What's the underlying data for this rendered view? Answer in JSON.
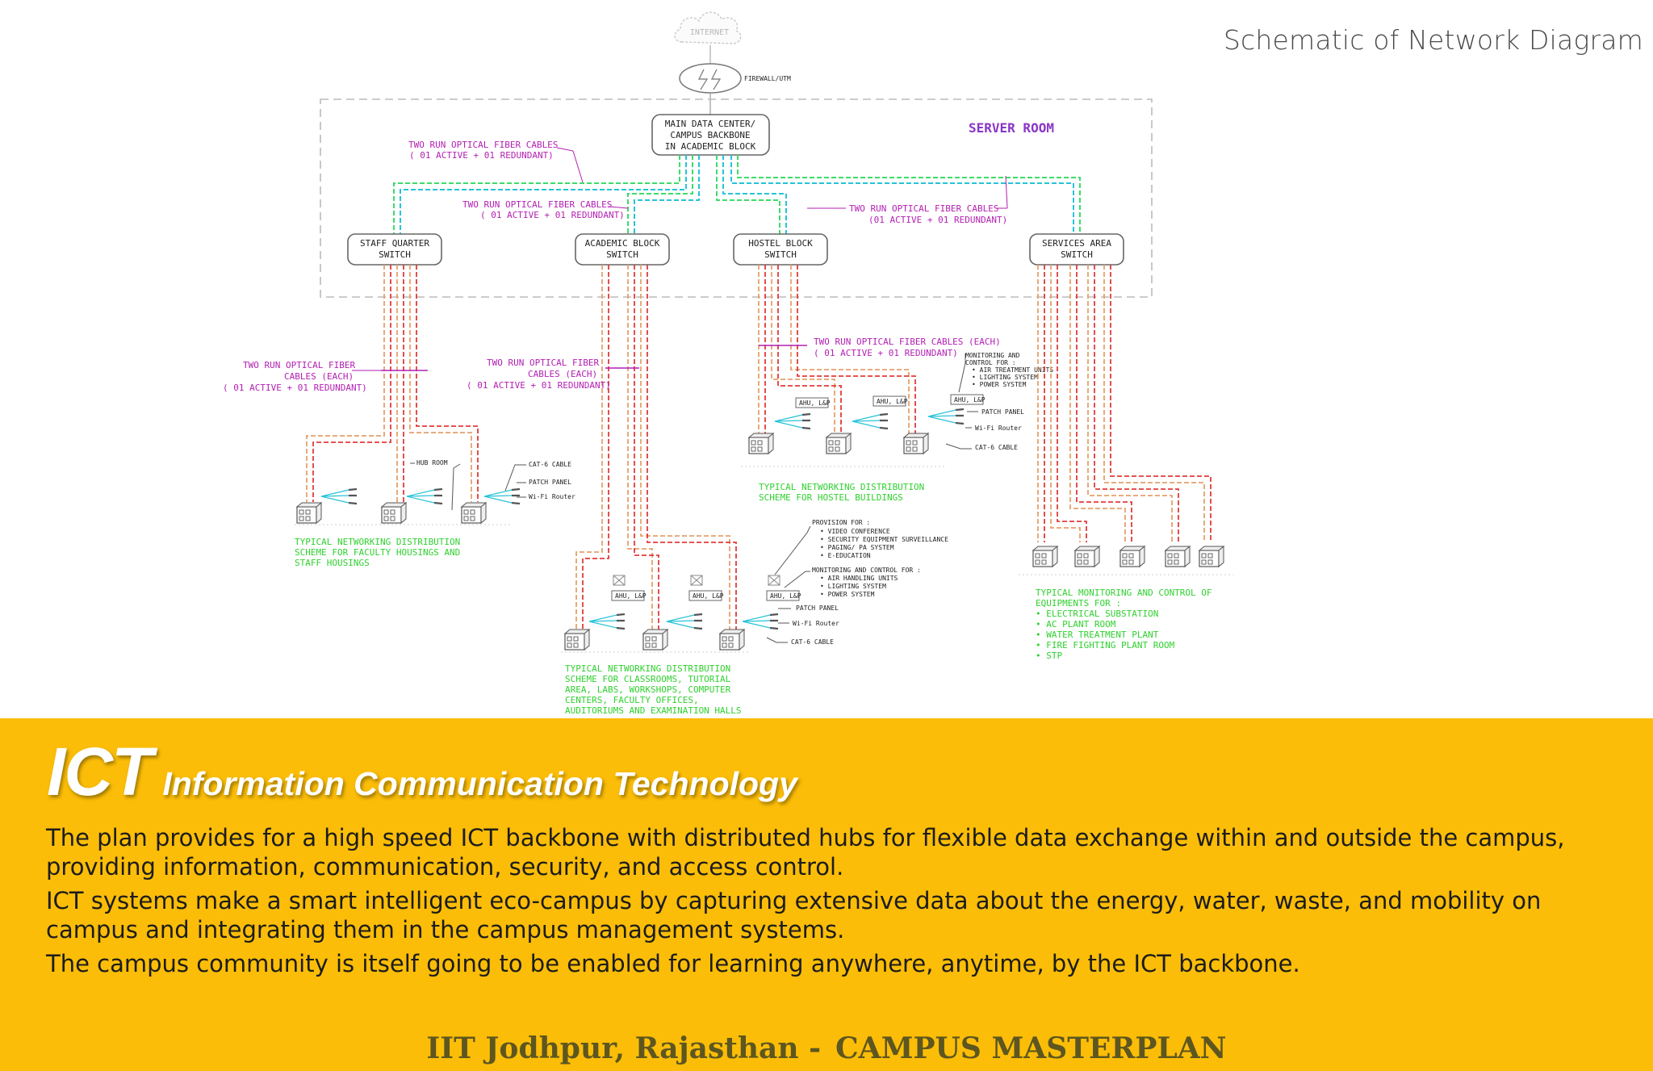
{
  "page_title": "Schematic of Network Diagram",
  "diagram": {
    "internet": "INTERNET",
    "firewall": "FIREWALL/UTM",
    "server_room": "SERVER ROOM",
    "datacenter": [
      "MAIN DATA CENTER/",
      "CAMPUS BACKBONE",
      "IN ACADEMIC BLOCK"
    ],
    "switches": [
      {
        "line1": "STAFF QUARTER",
        "line2": "SWITCH"
      },
      {
        "line1": "ACADEMIC BLOCK",
        "line2": "SWITCH"
      },
      {
        "line1": "HOSTEL BLOCK",
        "line2": "SWITCH"
      },
      {
        "line1": "SERVICES AREA",
        "line2": "SWITCH"
      }
    ],
    "fiber_top_left": [
      "TWO RUN OPTICAL FIBER CABLES",
      "( 01 ACTIVE + 01 REDUNDANT)"
    ],
    "fiber_top_mid": [
      "TWO RUN OPTICAL FIBER CABLES",
      "( 01 ACTIVE + 01 REDUNDANT)"
    ],
    "fiber_top_right": [
      "TWO RUN OPTICAL FIBER CABLES",
      "(01 ACTIVE + 01 REDUNDANT)"
    ],
    "fiber_staff": [
      "TWO RUN OPTICAL FIBER",
      "CABLES (EACH)",
      "( 01 ACTIVE + 01 REDUNDANT)"
    ],
    "fiber_academic": [
      "TWO RUN OPTICAL FIBER",
      "CABLES (EACH)",
      "( 01 ACTIVE + 01 REDUNDANT)"
    ],
    "fiber_hostel": [
      "TWO RUN OPTICAL FIBER CABLES (EACH)",
      "( 01 ACTIVE + 01 REDUNDANT)"
    ],
    "staff_labels": {
      "hub_room": "HUB ROOM",
      "cat6": "CAT-6 CABLE",
      "patch": "PATCH PANEL",
      "wifi": "Wi-Fi Router"
    },
    "staff_caption": [
      "TYPICAL NETWORKING DISTRIBUTION",
      "SCHEME FOR FACULTY HOUSINGS AND",
      "STAFF HOUSINGS"
    ],
    "hostel_monitor": [
      "MONITORING AND",
      "CONTROL FOR :",
      "• AIR TREATMENT UNITS",
      "• LIGHTING SYSTEM",
      "• POWER SYSTEM"
    ],
    "hostel_labels": {
      "patch": "PATCH PANEL",
      "wifi": "Wi-Fi Router",
      "cat6": "CAT-6 CABLE"
    },
    "hostel_caption": [
      "TYPICAL NETWORKING DISTRIBUTION",
      "SCHEME FOR HOSTEL BUILDINGS"
    ],
    "ahu_label": "AHU, L&P",
    "academic_provision": [
      "PROVISION FOR :",
      "• VIDEO CONFERENCE",
      "• SECURITY EQUIPMENT SURVEILLANCE",
      "• PAGING/ PA SYSTEM",
      "• E-EDUCATION"
    ],
    "academic_monitor": [
      "MONITORING AND CONTROL FOR :",
      "• AIR HANDLING UNITS",
      "• LIGHTING SYSTEM",
      "• POWER SYSTEM"
    ],
    "academic_labels": {
      "patch": "PATCH PANEL",
      "wifi": "Wi-Fi Router",
      "cat6": "CAT-6 CABLE"
    },
    "academic_caption": [
      "TYPICAL NETWORKING DISTRIBUTION",
      "SCHEME FOR CLASSROOMS, TUTORIAL",
      "AREA, LABS, WORKSHOPS, COMPUTER",
      "CENTERS, FACULTY OFFICES,",
      "AUDITORIUMS AND EXAMINATION HALLS"
    ],
    "services_caption": [
      "TYPICAL MONITORING AND CONTROL OF",
      "EQUIPMENTS FOR :",
      "• ELECTRICAL SUBSTATION",
      "• AC PLANT ROOM",
      "• WATER TREATMENT PLANT",
      "• FIRE FIGHTING PLANT ROOM",
      "• STP"
    ]
  },
  "heading": {
    "big": "ICT",
    "sub": "Information Communication Technology"
  },
  "paragraphs": [
    "The plan provides for a high speed ICT backbone with distributed hubs for flexible data exchange within and outside the campus, providing information, communication, security, and access control.",
    "ICT systems make a smart intelligent eco-campus by capturing extensive data about the energy, water, waste, and mobility on campus and integrating them in the campus management systems.",
    "The campus community is itself going to be enabled for learning anywhere, anytime, by the ICT backbone."
  ],
  "footer": {
    "left": "IIT Jodhpur, Rajasthan -",
    "right": "CAMPUS MASTERPLAN"
  },
  "colors": {
    "band": "#fbbd07",
    "fiber_label": "#b31fb3",
    "caption": "#2fd12f",
    "cable_red": "#e23b3b",
    "cable_green": "#3ddc6a",
    "cable_cyan": "#27c3d8"
  }
}
